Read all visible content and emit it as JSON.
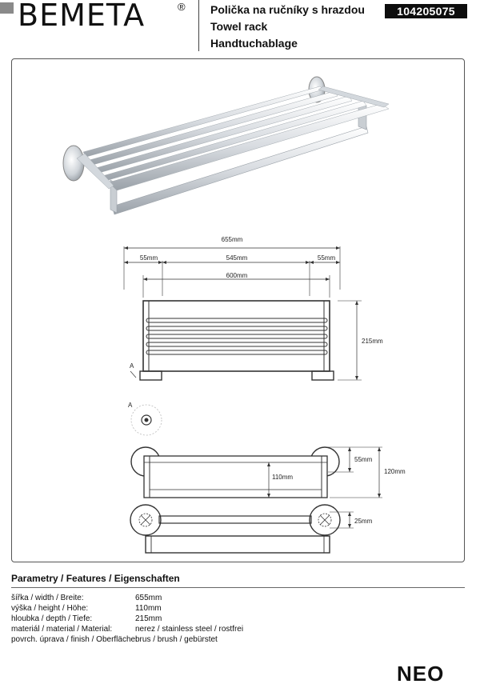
{
  "brand": {
    "logo": "BEMETA",
    "registered": "®"
  },
  "product": {
    "titles": [
      "Polička na ručníky s hrazdou",
      "Towel rack",
      "Handtuchablage"
    ],
    "code": "104205075",
    "series": "NEO"
  },
  "drawing": {
    "dim_total_width": "655mm",
    "dim_left_offset": "55mm",
    "dim_middle": "545mm",
    "dim_right_offset": "55mm",
    "dim_inner_width": "600mm",
    "dim_depth": "215mm",
    "detail_label": "A",
    "detail_label_view": "A",
    "dim_55": "55mm",
    "dim_110": "110mm",
    "dim_120": "120mm",
    "dim_25": "25mm"
  },
  "parameters": {
    "title": "Parametry / Features / Eigenschaften",
    "rows": [
      {
        "label": "šířka / width / Breite:",
        "value": "655mm"
      },
      {
        "label": "výška / height / Höhe:",
        "value": "110mm"
      },
      {
        "label": "hloubka / depth / Tiefe:",
        "value": "215mm"
      },
      {
        "label": "materiál / material / Material:",
        "value": "nerez / stainless steel  / rostfrei"
      },
      {
        "label": "povrch. úprava / finish / Oberfläche:",
        "value": "brus / brush / gebürstet"
      }
    ]
  },
  "colors": {
    "line": "#333333",
    "chrome_light": "#e9ecef",
    "chrome_dark": "#9aa1a8"
  }
}
